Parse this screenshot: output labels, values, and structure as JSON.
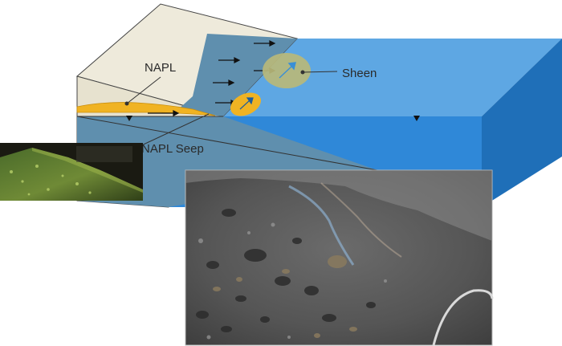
{
  "labels": {
    "napl": "NAPL",
    "sheen": "Sheen",
    "napl_seep": "NAPL Seep"
  },
  "colors": {
    "water_top": "#5ea7e3",
    "water_front": "#2f88d8",
    "water_side": "#1f6fb8",
    "soil_face": "#eeeadb",
    "groundwater_block": "#5f8fae",
    "napl": "#f0b323",
    "sheen": "#b9b879"
  },
  "icons": {
    "flow_arrow": "arrow-right-icon",
    "water_table": "water-table-triangle-icon"
  },
  "photos": {
    "inset_left": "photo-napl-seep-bank",
    "inset_bottom": "photo-sheen-on-gravel-shore"
  }
}
